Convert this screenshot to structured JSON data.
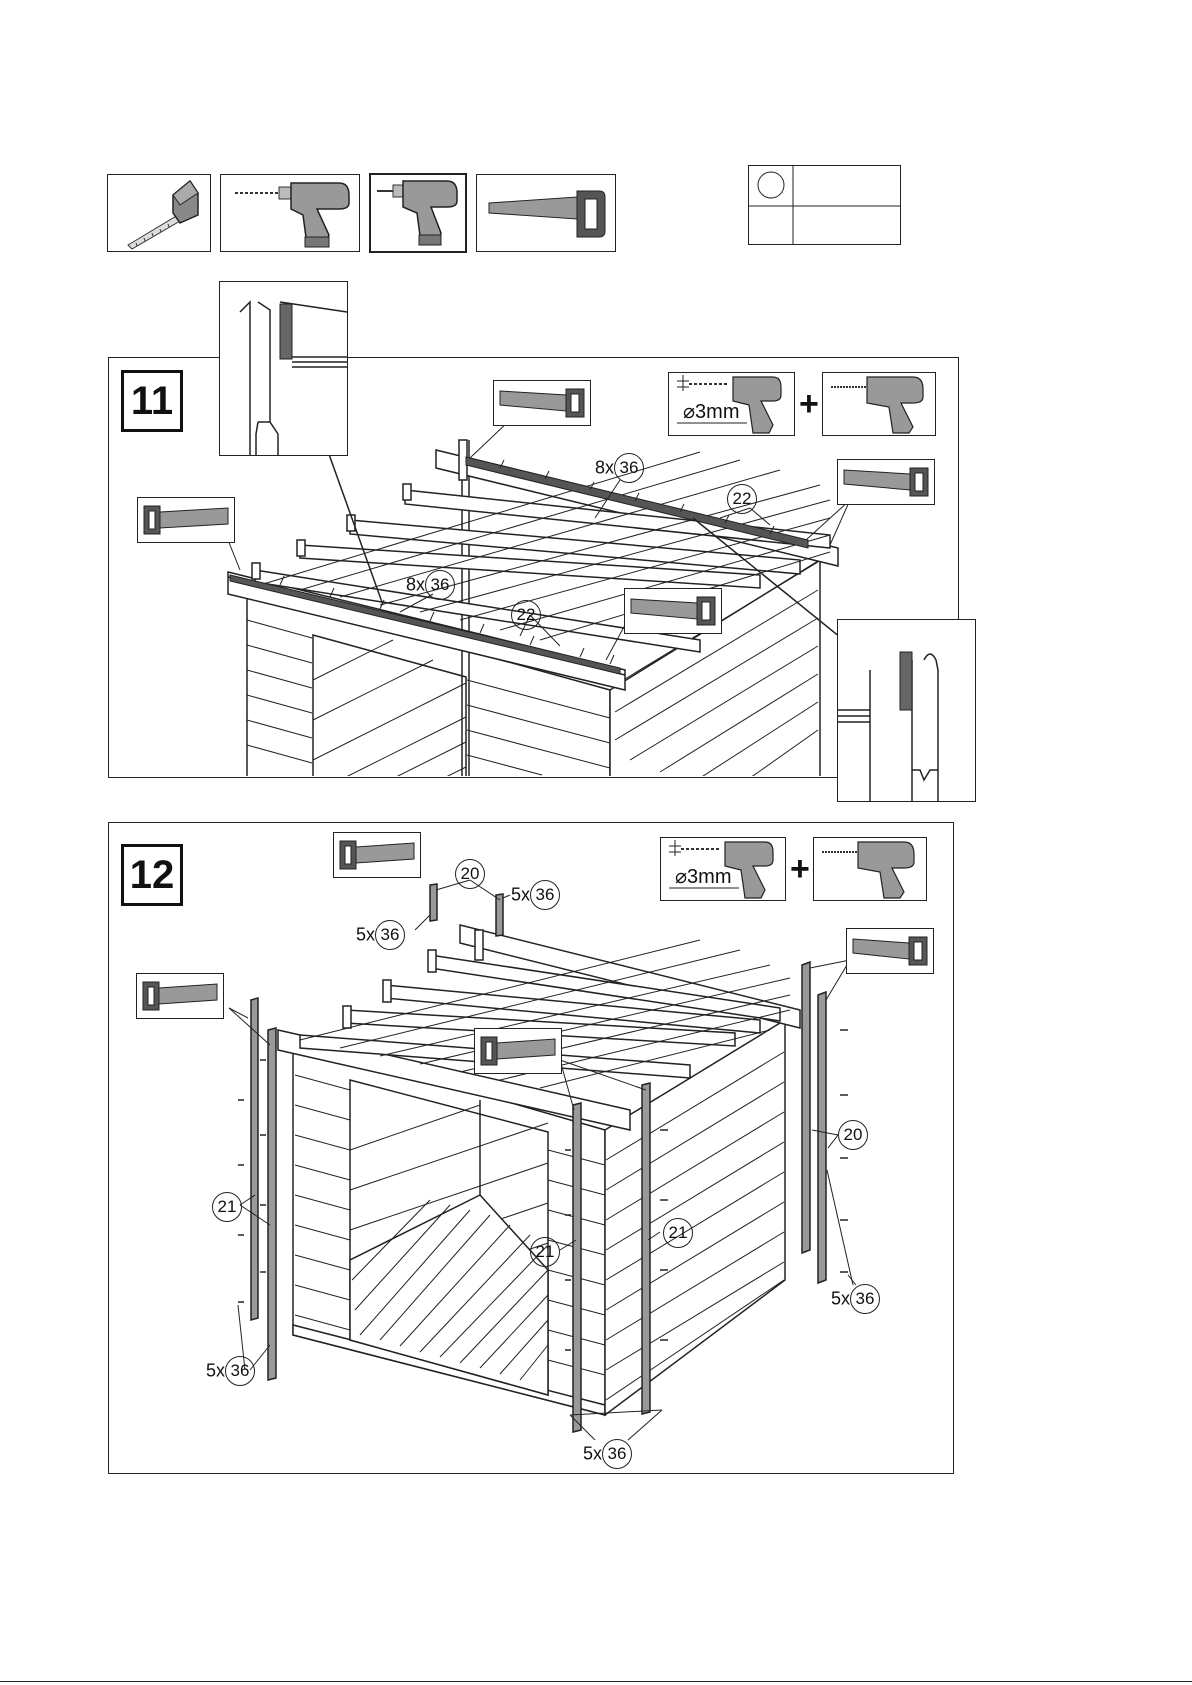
{
  "steps": [
    {
      "number": "11",
      "drill_diameter": "⌀3mm",
      "plus": "+",
      "labels": [
        {
          "qty": "8x",
          "part": "36"
        },
        {
          "part": "22"
        },
        {
          "qty": "8x",
          "part": "36"
        },
        {
          "part": "22"
        }
      ]
    },
    {
      "number": "12",
      "drill_diameter": "⌀3mm",
      "plus": "+",
      "labels": [
        {
          "part": "20"
        },
        {
          "qty": "5x",
          "part": "36"
        },
        {
          "qty": "5x",
          "part": "36"
        },
        {
          "part": "20"
        },
        {
          "part": "21"
        },
        {
          "part": "21"
        },
        {
          "part": "21"
        },
        {
          "qty": "5x",
          "part": "36"
        },
        {
          "qty": "5x",
          "part": "36"
        },
        {
          "qty": "5x",
          "part": "36"
        }
      ]
    }
  ],
  "tools": [
    "tape-measure-icon",
    "drill-icon",
    "screwdriver-drill-icon",
    "saw-icon"
  ]
}
